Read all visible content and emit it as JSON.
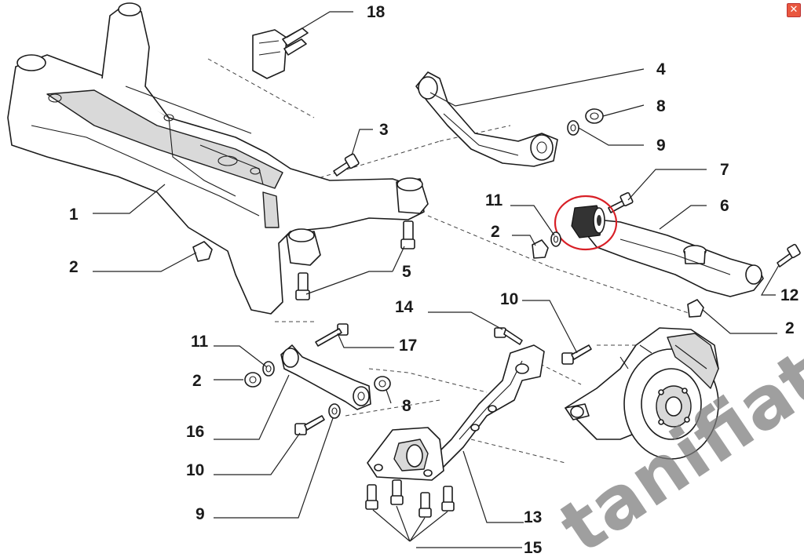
{
  "callouts": {
    "c18": "18",
    "c4": "4",
    "c8a": "8",
    "c3": "3",
    "c9a": "9",
    "c7": "7",
    "c6": "6",
    "c11a": "11",
    "c2a": "2",
    "c1": "1",
    "c2b": "2",
    "c5": "5",
    "c12": "12",
    "c10a": "10",
    "c14": "14",
    "c2c": "2",
    "c11b": "11",
    "c17": "17",
    "c2d": "2",
    "c8b": "8",
    "c16": "16",
    "c10b": "10",
    "c9b": "9",
    "c13": "13",
    "c15": "15"
  },
  "watermark": "tanifiat",
  "close_button": "✕",
  "highlight_color": "#d81f26",
  "close_color": "#e9573f"
}
